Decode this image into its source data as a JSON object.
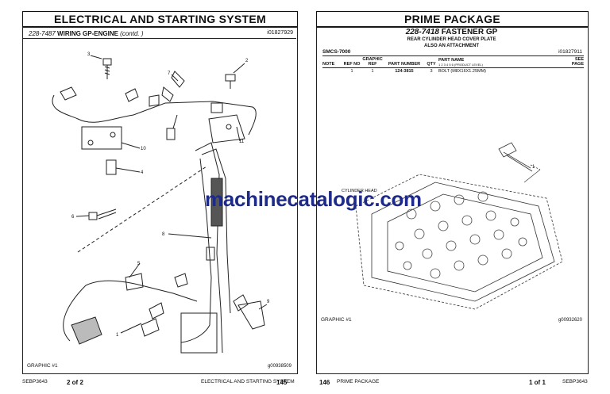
{
  "left": {
    "banner": "ELECTRICAL AND STARTING SYSTEM",
    "subtitle_num": "228-7487",
    "subtitle_text": "WIRING GP-ENGINE",
    "subtitle_contd": "(contd. )",
    "subtitle_id": "i01827929",
    "callouts": [
      "1",
      "2",
      "3",
      "4",
      "5",
      "6",
      "7",
      "8",
      "9",
      "10",
      "11"
    ],
    "graphic_label": "GRAPHIC #1",
    "graphic_id": "g00938509",
    "footer_doc": "SEBP3643",
    "footer_of": "2 of 2",
    "footer_section": "ELECTRICAL AND STARTING SYSTEM",
    "footer_page": "145"
  },
  "right": {
    "banner": "PRIME PACKAGE",
    "title_num": "228-7418",
    "title_text": "FASTENER GP",
    "line2": "REAR CYLINDER HEAD COVER PLATE",
    "line3": "ALSO AN ATTACHMENT",
    "model": "SMCS-7000",
    "model_id": "i01827911",
    "table": {
      "headers": {
        "note": "NOTE",
        "ref": "REF NO",
        "graphic": "GRAPHIC REF",
        "part": "PART NUMBER",
        "qty": "QTY",
        "name": "PART NAME",
        "name_sub": "1 2 3 4 5 6 (PRODUCT LEVEL)",
        "see": "SEE PAGE"
      },
      "rows": [
        {
          "note": "",
          "ref": "1",
          "graphic": "1",
          "part": "124-3815",
          "qty": "3",
          "name": "BOLT (M8X16X1.25MM)",
          "see": ""
        }
      ]
    },
    "callout": "1",
    "diagram_label": "CYLINDER HEAD",
    "graphic_label": "GRAPHIC #1",
    "graphic_id": "g00932620",
    "footer_page": "146",
    "footer_section": "PRIME PACKAGE",
    "footer_of": "1 of 1",
    "footer_doc": "SEBP3643"
  },
  "watermark": "machinecatalogic.com"
}
